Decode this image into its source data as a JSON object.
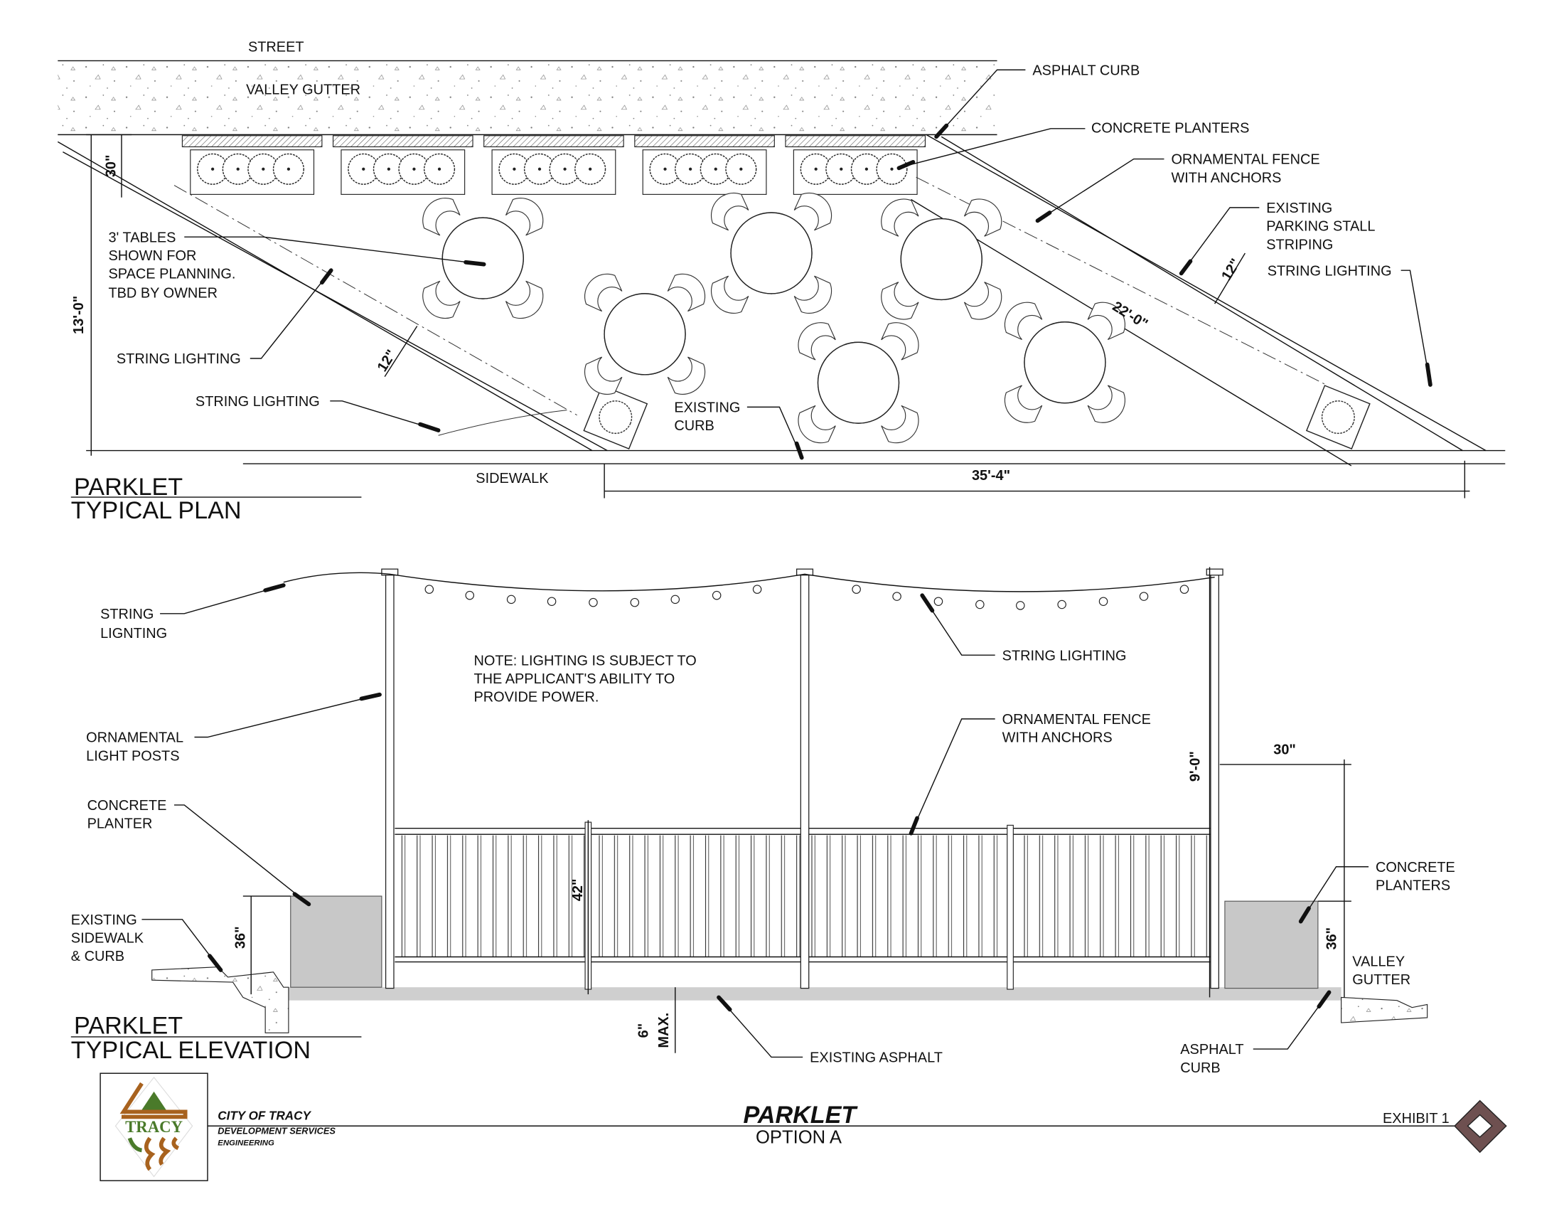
{
  "plan": {
    "street": "STREET",
    "valley_gutter": "VALLEY GUTTER",
    "asphalt_curb": "ASPHALT CURB",
    "concrete_planters": "CONCRETE PLANTERS",
    "ornamental_fence": [
      "ORNAMENTAL FENCE",
      "WITH ANCHORS"
    ],
    "existing_parking": [
      "EXISTING",
      "PARKING STALL",
      "STRIPING"
    ],
    "string_lighting_right": "STRING LIGHTING",
    "tables_note": [
      "3' TABLES",
      "SHOWN FOR",
      "SPACE PLANNING.",
      "TBD BY OWNER"
    ],
    "string_lighting_left1": "STRING LIGHTING",
    "string_lighting_left2": "STRING LIGHTING",
    "existing_curb": [
      "EXISTING",
      "CURB"
    ],
    "sidewalk": "SIDEWALK",
    "dims": {
      "d30": "30\"",
      "d13": "13'-0\"",
      "d12a": "12\"",
      "d12b": "12\"",
      "d22": "22'-0\"",
      "d35": "35'-4\""
    },
    "title": [
      "PARKLET",
      "TYPICAL PLAN"
    ]
  },
  "elevation": {
    "string_lighting_left": [
      "STRING",
      "LIGNTING"
    ],
    "light_posts": [
      "ORNAMENTAL",
      "LIGHT POSTS"
    ],
    "concrete_planter": [
      "CONCRETE",
      "PLANTER"
    ],
    "existing_sidewalk": [
      "EXISTING",
      "SIDEWALK",
      "& CURB"
    ],
    "note": [
      "NOTE:  LIGHTING IS SUBJECT TO",
      "THE APPLICANT'S ABILITY TO",
      "PROVIDE POWER."
    ],
    "string_lighting_right": "STRING LIGHTING",
    "ornamental_fence": [
      "ORNAMENTAL FENCE",
      "WITH ANCHORS"
    ],
    "concrete_planters": [
      "CONCRETE",
      "PLANTERS"
    ],
    "valley_gutter": [
      "VALLEY",
      "GUTTER"
    ],
    "asphalt_curb": [
      "ASPHALT",
      "CURB"
    ],
    "existing_asphalt": "EXISTING ASPHALT",
    "dims": {
      "d30": "30\"",
      "d9": "9'-0\"",
      "d42": "42\"",
      "d36a": "36\"",
      "d36b": "36\"",
      "d6": "6\"",
      "d6max": "MAX."
    },
    "title": [
      "PARKLET",
      "TYPICAL ELEVATION"
    ]
  },
  "title_block": {
    "logo_text": "TRACY",
    "org": "CITY OF TRACY",
    "dept": "DEVELOPMENT SERVICES",
    "div": "ENGINEERING",
    "sheet_title": "PARKLET",
    "sheet_subtitle": "OPTION A",
    "exhibit": "EXHIBIT 1",
    "colors": {
      "green": "#4a7a2a",
      "brown": "#a8621e",
      "diamond": "#6e5050"
    }
  }
}
